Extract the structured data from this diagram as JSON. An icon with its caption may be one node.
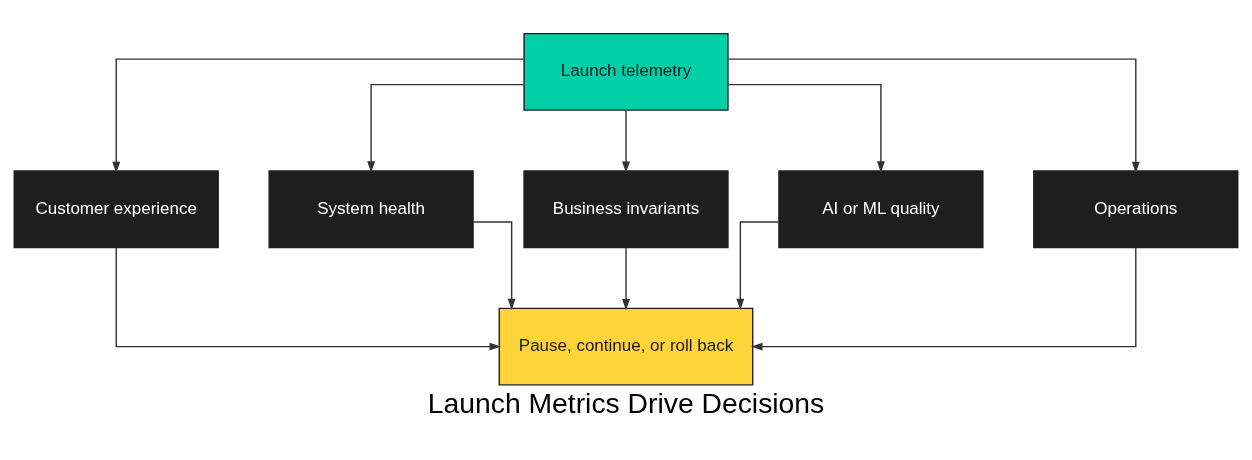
{
  "diagram": {
    "caption": "Launch Metrics Drive Decisions",
    "nodes": [
      {
        "text": [
          "Launch telemetry"
        ]
      },
      {
        "text": [
          "Customer experience"
        ]
      },
      {
        "text": [
          "System health"
        ]
      },
      {
        "text": [
          "Business invariants"
        ]
      },
      {
        "text": [
          "AI or ML quality"
        ]
      },
      {
        "text": [
          "Operations"
        ]
      },
      {
        "text": [
          "Pause, continue, or roll back"
        ]
      }
    ],
    "edges": [
      {
        "from": 0,
        "to": 1,
        "arrow": "to"
      },
      {
        "from": 0,
        "to": 2,
        "arrow": "to"
      },
      {
        "from": 0,
        "to": 3,
        "arrow": "to"
      },
      {
        "from": 0,
        "to": 4,
        "arrow": "to"
      },
      {
        "from": 0,
        "to": 5,
        "arrow": "to"
      },
      {
        "from": 1,
        "to": 6,
        "arrow": "to"
      },
      {
        "from": 2,
        "to": 6,
        "arrow": "to"
      },
      {
        "from": 3,
        "to": 6,
        "arrow": "to"
      },
      {
        "from": 4,
        "to": 6,
        "arrow": "to"
      },
      {
        "from": 5,
        "to": 6,
        "arrow": "to"
      }
    ]
  }
}
